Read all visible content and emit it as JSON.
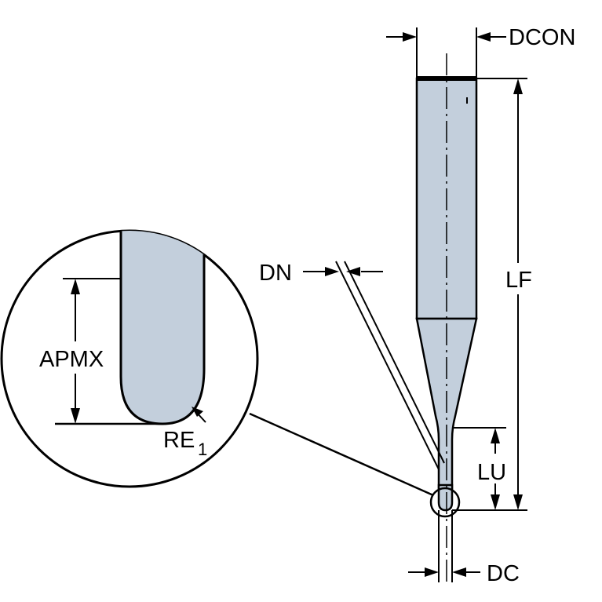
{
  "diagram": {
    "labels": {
      "dcon": "DCON",
      "lf": "LF",
      "dn": "DN",
      "lu": "LU",
      "dc": "DC",
      "apmx": "APMX",
      "re": "RE",
      "re_subscript": "1"
    },
    "colors": {
      "tool_fill": "#c3cfdc",
      "tool_fill_light": "#d4dde8",
      "line": "#000000",
      "background": "#ffffff"
    }
  }
}
